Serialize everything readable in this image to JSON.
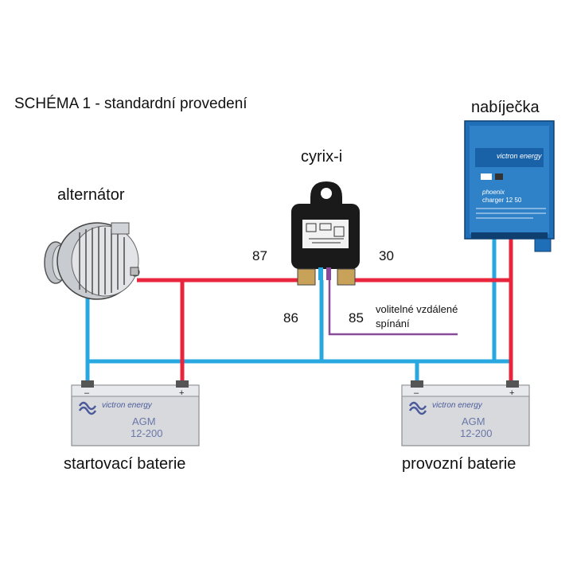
{
  "title": "SCHÉMA 1 - standardní provedení",
  "labels": {
    "alternator": "alternátor",
    "cyrix": "cyrix-i",
    "charger": "nabíječka",
    "start_battery": "startovací baterie",
    "service_battery": "provozní baterie",
    "remote_switch": "volitelné vzdálené spínání"
  },
  "pins": {
    "p87": "87",
    "p30": "30",
    "p86": "86",
    "p85": "85"
  },
  "battery": {
    "brand": "victron energy",
    "model": "AGM",
    "rating": "12-200",
    "minus": "–",
    "plus": "+"
  },
  "charger": {
    "brand": "victron energy",
    "product": "phoenix",
    "model": "charger 12 50"
  },
  "colors": {
    "positive_wire": "#e8253d",
    "negative_wire": "#29a8df",
    "remote_wire": "#8a4a9a",
    "battery_body": "#d8d9dd",
    "charger_body": "#1e6fb8"
  }
}
